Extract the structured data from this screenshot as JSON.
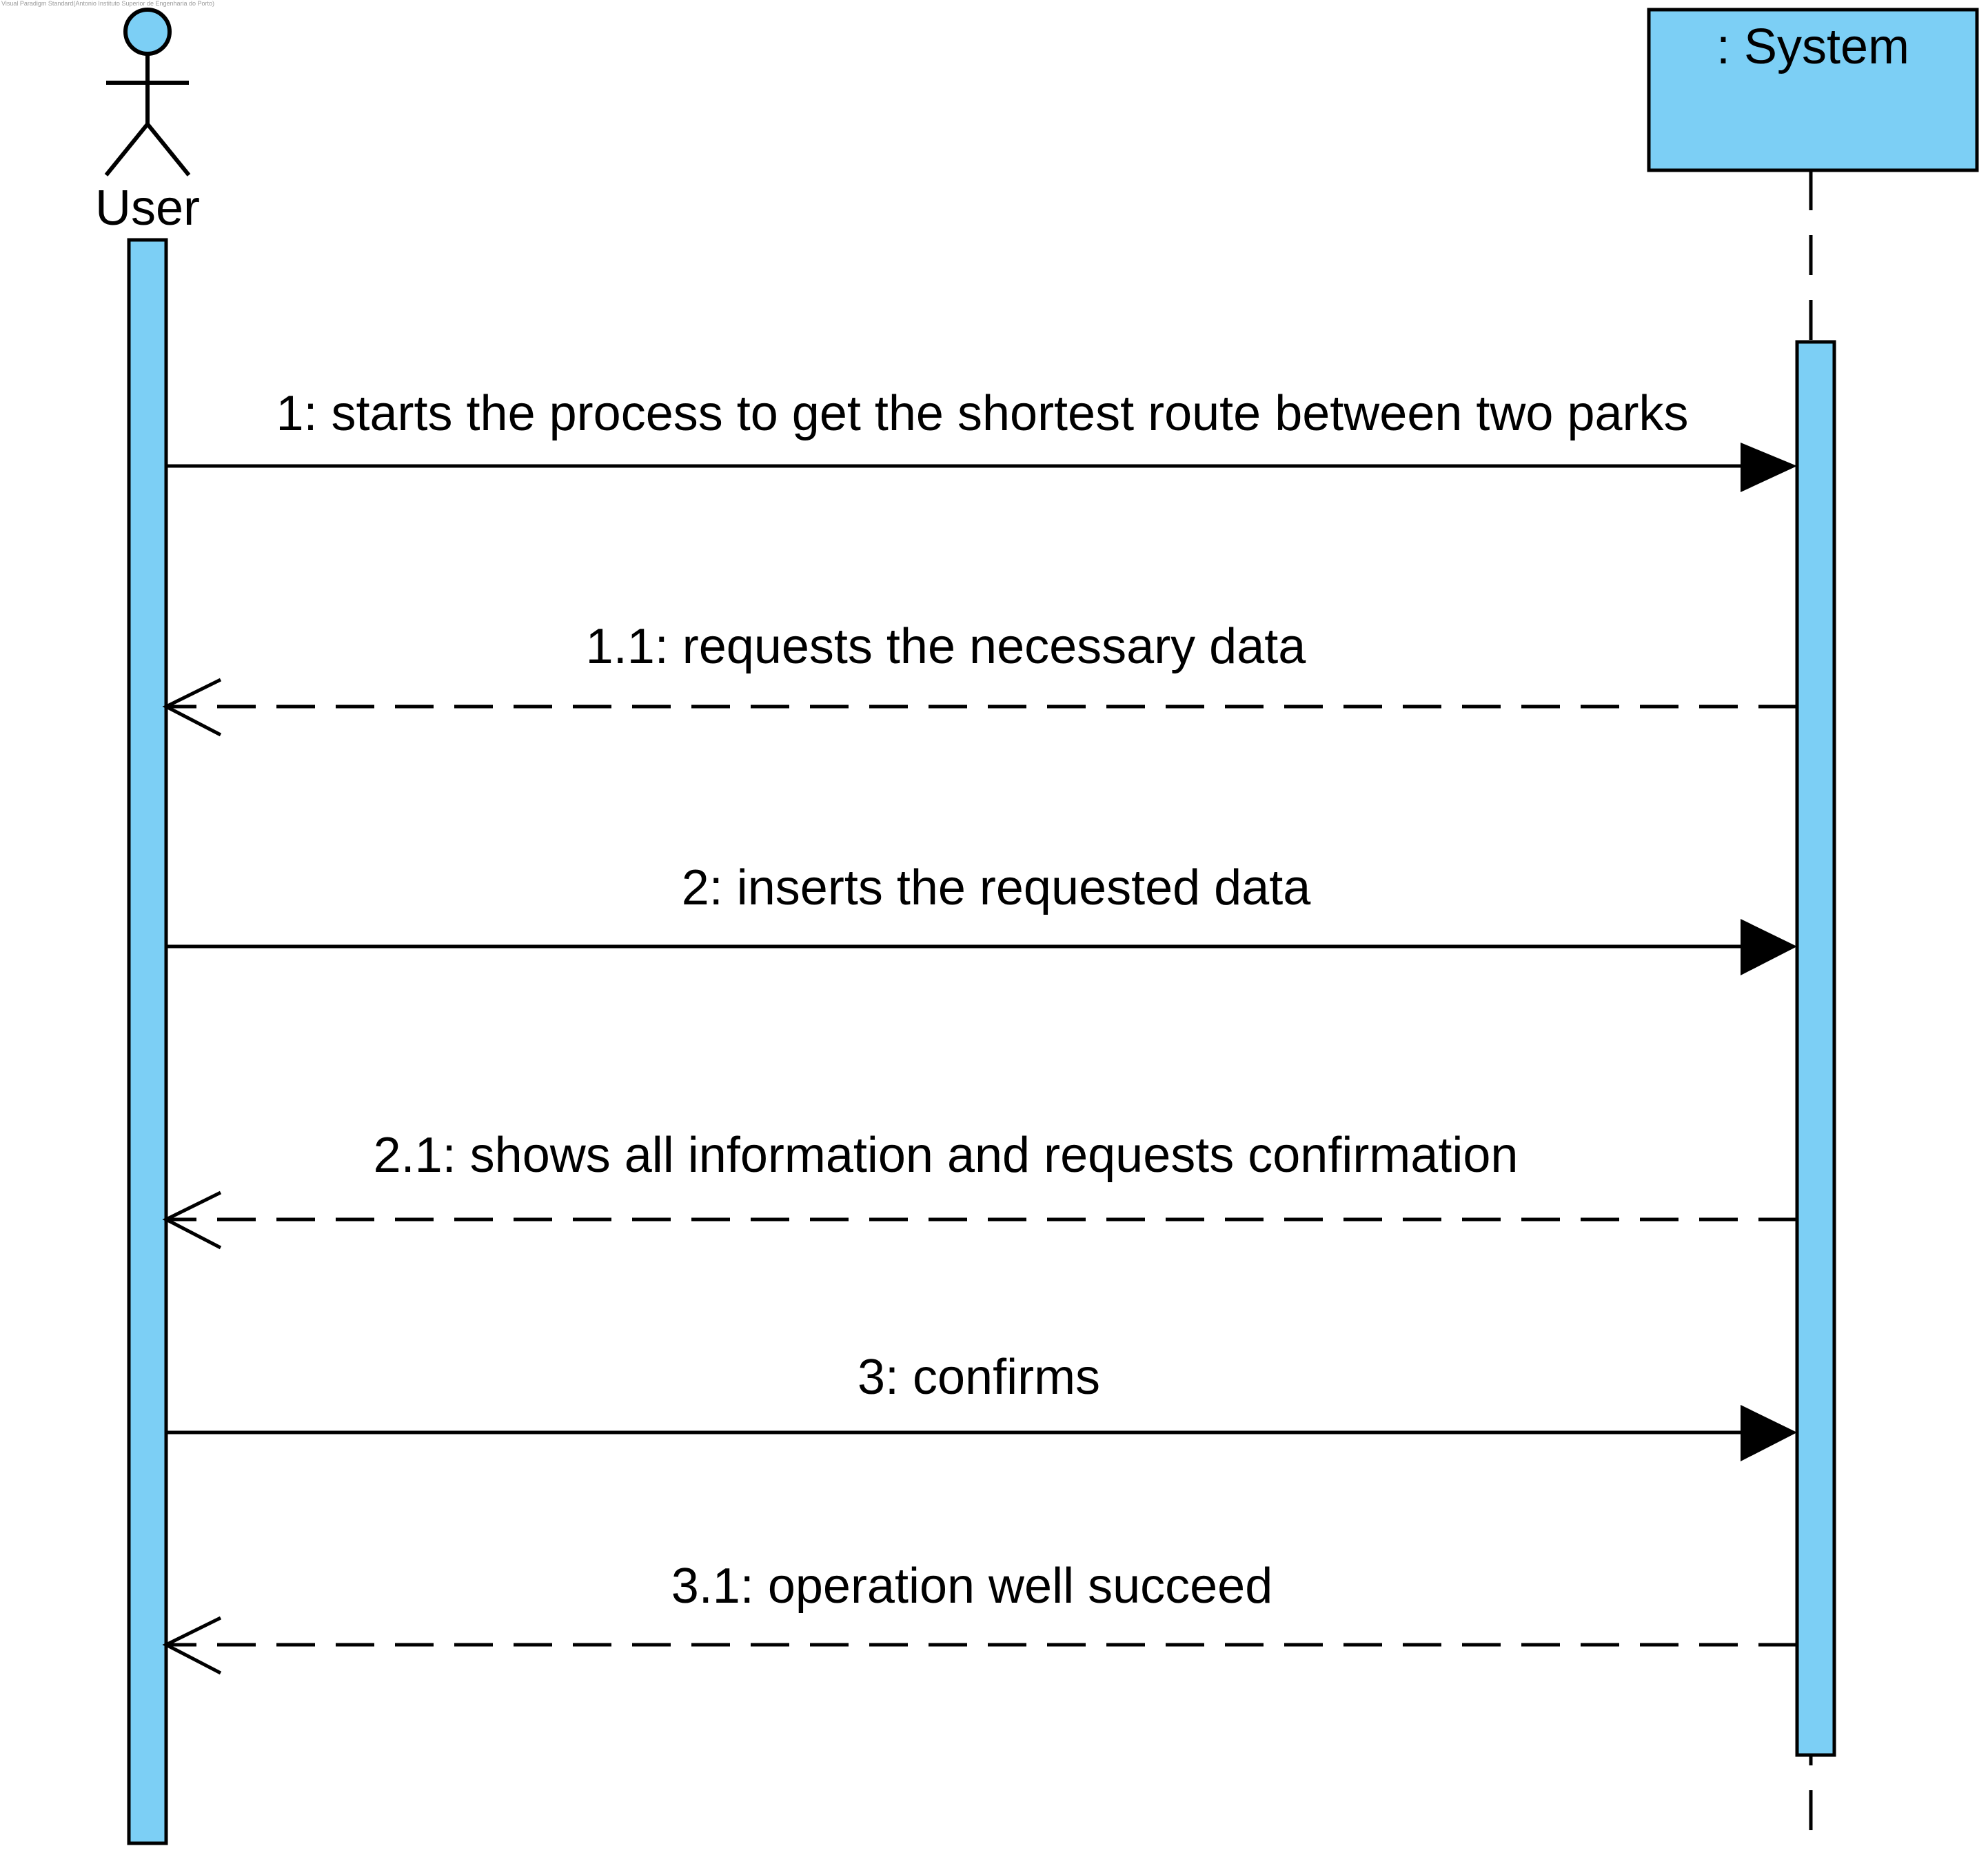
{
  "watermark": "Visual Paradigm Standard(Antonio Instituto Superior de Engenharia do Porto)",
  "colors": {
    "fill": "#7ccff5",
    "stroke": "#000000",
    "background": "#ffffff"
  },
  "participants": {
    "actor": {
      "label": "User",
      "kind": "actor",
      "icon": "stick-figure-icon"
    },
    "system": {
      "label": ": System",
      "kind": "lifeline-object"
    }
  },
  "messages": [
    {
      "id": "1",
      "text": "1: starts the process to get the shortest route between two parks",
      "type": "synchronous",
      "from": "User",
      "to": ": System"
    },
    {
      "id": "1.1",
      "text": "1.1: requests the necessary data",
      "type": "return",
      "from": ": System",
      "to": "User"
    },
    {
      "id": "2",
      "text": "2: inserts the requested data",
      "type": "synchronous",
      "from": "User",
      "to": ": System"
    },
    {
      "id": "2.1",
      "text": "2.1: shows all information and requests confirmation",
      "type": "return",
      "from": ": System",
      "to": "User"
    },
    {
      "id": "3",
      "text": "3: confirms",
      "type": "synchronous",
      "from": "User",
      "to": ": System"
    },
    {
      "id": "3.1",
      "text": "3.1: operation well succeed",
      "type": "return",
      "from": ": System",
      "to": "User"
    }
  ]
}
